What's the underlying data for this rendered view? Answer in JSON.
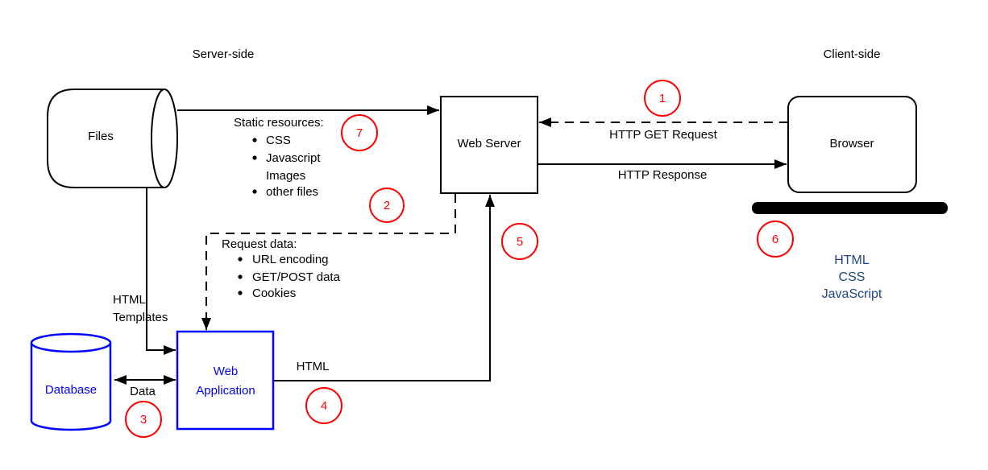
{
  "regions": {
    "server_side": "Server-side",
    "client_side": "Client-side"
  },
  "nodes": {
    "files": "Files",
    "web_server": "Web Server",
    "browser": "Browser",
    "database": "Database",
    "web_app": [
      "Web",
      "Application"
    ]
  },
  "arrows": {
    "http_get": "HTTP GET Request",
    "http_response": "HTTP Response",
    "data": "Data",
    "html": "HTML",
    "html_templates": [
      "HTML",
      "Templates"
    ]
  },
  "static_resources": {
    "title": "Static resources:",
    "items": [
      "CSS",
      "Javascript",
      "Images",
      "other files"
    ]
  },
  "request_data": {
    "title": "Request data:",
    "items": [
      "URL encoding",
      "GET/POST data",
      "Cookies"
    ]
  },
  "browser_output": [
    "HTML",
    "CSS",
    "JavaScript"
  ],
  "steps": [
    "1",
    "2",
    "3",
    "4",
    "5",
    "6",
    "7"
  ],
  "colors": {
    "callout_red": "#ff0000",
    "app_blue": "#0000ff",
    "client_output_blue": "#1c4587",
    "diagram_black": "#000000"
  }
}
